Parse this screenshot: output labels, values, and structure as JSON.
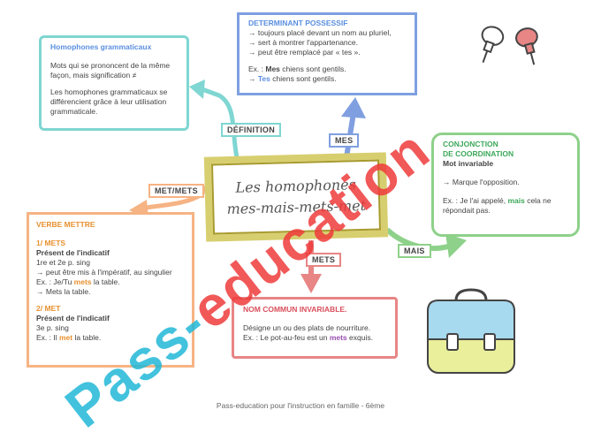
{
  "center": {
    "line1": "Les homophones",
    "line2": "mes-mais-mets-met"
  },
  "labels": {
    "definition": "DÉFINITION",
    "mes": "MES",
    "mais": "MAIS",
    "mets": "METS",
    "met_mets": "MET/METS"
  },
  "homophones_box": {
    "title": "Homophones grammaticaux",
    "p1": "Mots qui se prononcent de la même façon, mais signification ≠",
    "p2": "Les homophones grammaticaux se différencient grâce à leur utilisation grammaticale."
  },
  "determinant_box": {
    "title": "DETERMINANT POSSESSIF",
    "items": [
      "→ toujours placé devant un nom au pluriel,",
      "→ sert à montrer l'appartenance.",
      "→ peut être remplacé par « tes »."
    ],
    "example_prefix": "Ex. : ",
    "example_word": "Mes",
    "example_rest": " chiens sont gentils.",
    "example2_prefix": "→ ",
    "example2_word": "Tes",
    "example2_rest": " chiens sont gentils."
  },
  "conjonction_box": {
    "title_l1": "CONJONCTION",
    "title_l2": "DE COORDINATION",
    "subtitle": "Mot invariable",
    "p1": "→ Marque l'opposition.",
    "example_prefix": "Ex. : Je l'ai appelé, ",
    "example_word": "mais",
    "example_rest": " cela ne répondait pas."
  },
  "verbe_box": {
    "title": "VERBE METTRE",
    "s1_title": "1/ METS",
    "s1_sub": "Présent de l'indicatif",
    "s1_l1": "1re et 2e p. sing",
    "s1_l2": "→ peut être mis à l'impératif, au singulier",
    "s1_ex_prefix": "Ex. : Je/Tu ",
    "s1_ex_word": "mets",
    "s1_ex_rest": " la table.",
    "s1_l4": "→ Mets la table.",
    "s2_title": "2/ MET",
    "s2_sub": "Présent de l'indicatif",
    "s2_l1": "3e p. sing",
    "s2_ex_prefix": "Ex. : Il ",
    "s2_ex_word": "met",
    "s2_ex_rest": " la table."
  },
  "nom_box": {
    "title": "NOM COMMUN INVARIABLE.",
    "l1": "Désigne un ou des plats de nourriture.",
    "ex_prefix": "Ex. : Le pot-au-feu est un ",
    "ex_word": "mets",
    "ex_rest": " exquis."
  },
  "footer": "Pass-education pour l'instruction en famille - 6ème",
  "watermark": {
    "part1": "Pass-",
    "part2": "education"
  },
  "colors": {
    "teal": "#7fd6d2",
    "blue": "#7f9fe0",
    "green": "#8ed18a",
    "orange": "#f6b384",
    "red": "#e88585",
    "frame": "#d7cf6f",
    "accent_blue": "#5a8fe0",
    "accent_purple": "#9a4fb0",
    "accent_orange": "#e8902f",
    "accent_red": "#d94f5c",
    "accent_green": "#3da85a"
  }
}
